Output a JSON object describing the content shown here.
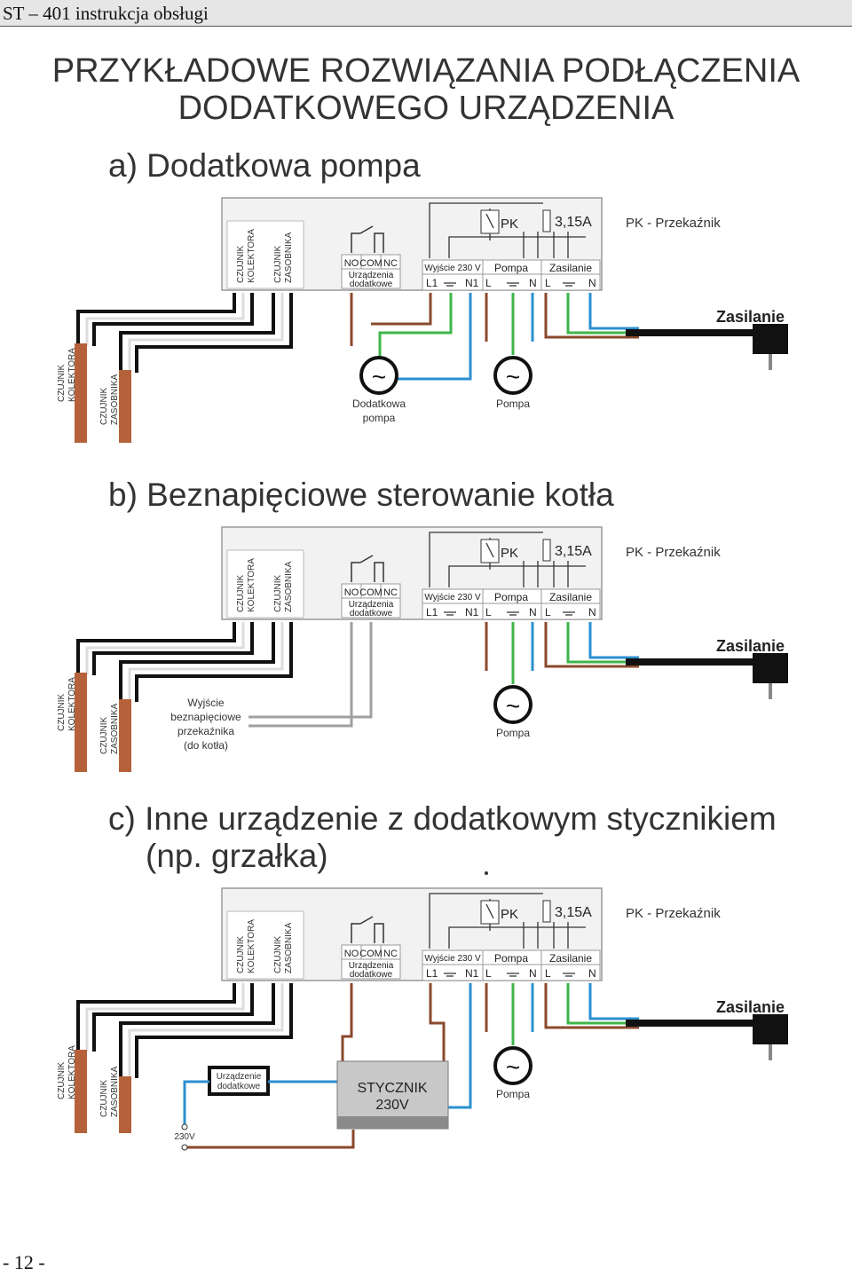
{
  "header": {
    "text": "ST – 401 instrukcja obsługi"
  },
  "title": {
    "line1": "PRZYKŁADOWE ROZWIĄZANIA PODŁĄCZENIA",
    "line2": "DODATKOWEGO URZĄDZENIA"
  },
  "sections": [
    {
      "label": "a) Dodatkowa pompa"
    },
    {
      "label": "b) Beznapięciowe sterowanie kotła"
    },
    {
      "label_line1": "c) Inne urządzenie z dodatkowym stycznikiem",
      "label_line2": "(np. grzałka)"
    }
  ],
  "controller": {
    "sensor1_l1": "CZUJNIK",
    "sensor1_l2": "KOLEKTORA",
    "sensor2_l1": "CZUJNIK",
    "sensor2_l2": "ZASOBNIKA",
    "no": "NO",
    "com": "COM",
    "nc": "NC",
    "devices_l1": "Urządzenia",
    "devices_l2": "dodatkowe",
    "output": "Wyjście 230 V",
    "pump": "Pompa",
    "supply": "Zasilanie",
    "l1": "L1",
    "n1": "N1",
    "l": "L",
    "n": "N",
    "pk": "PK",
    "fuse": "3,15A"
  },
  "legend": {
    "pk": "PK - Przekaźnik"
  },
  "labels": {
    "power": "Zasilanie",
    "sensor_collector_l1": "CZUJNIK",
    "sensor_collector_l2": "KOLEKTORA",
    "sensor_tank_l1": "CZUJNIK",
    "sensor_tank_l2": "ZASOBNIKA",
    "pump": "Pompa",
    "extra_pump_l1": "Dodatkowa",
    "extra_pump_l2": "pompa",
    "dry_l1": "Wyjście",
    "dry_l2": "beznapięciowe",
    "dry_l3": "przekaźnika",
    "dry_l4": "(do kotła)",
    "device_l1": "Urządzenie",
    "device_l2": "dodatkowe",
    "contactor_l1": "STYCZNIK",
    "contactor_l2": "230V",
    "v230": "230V"
  },
  "footer": {
    "page": "- 12 -"
  },
  "colors": {
    "brown": "#8a4a2c",
    "blue": "#2b8fd0",
    "green": "#3fb54a",
    "gray": "#a0a0a0",
    "black": "#111111",
    "sensor": "#b5623a"
  }
}
